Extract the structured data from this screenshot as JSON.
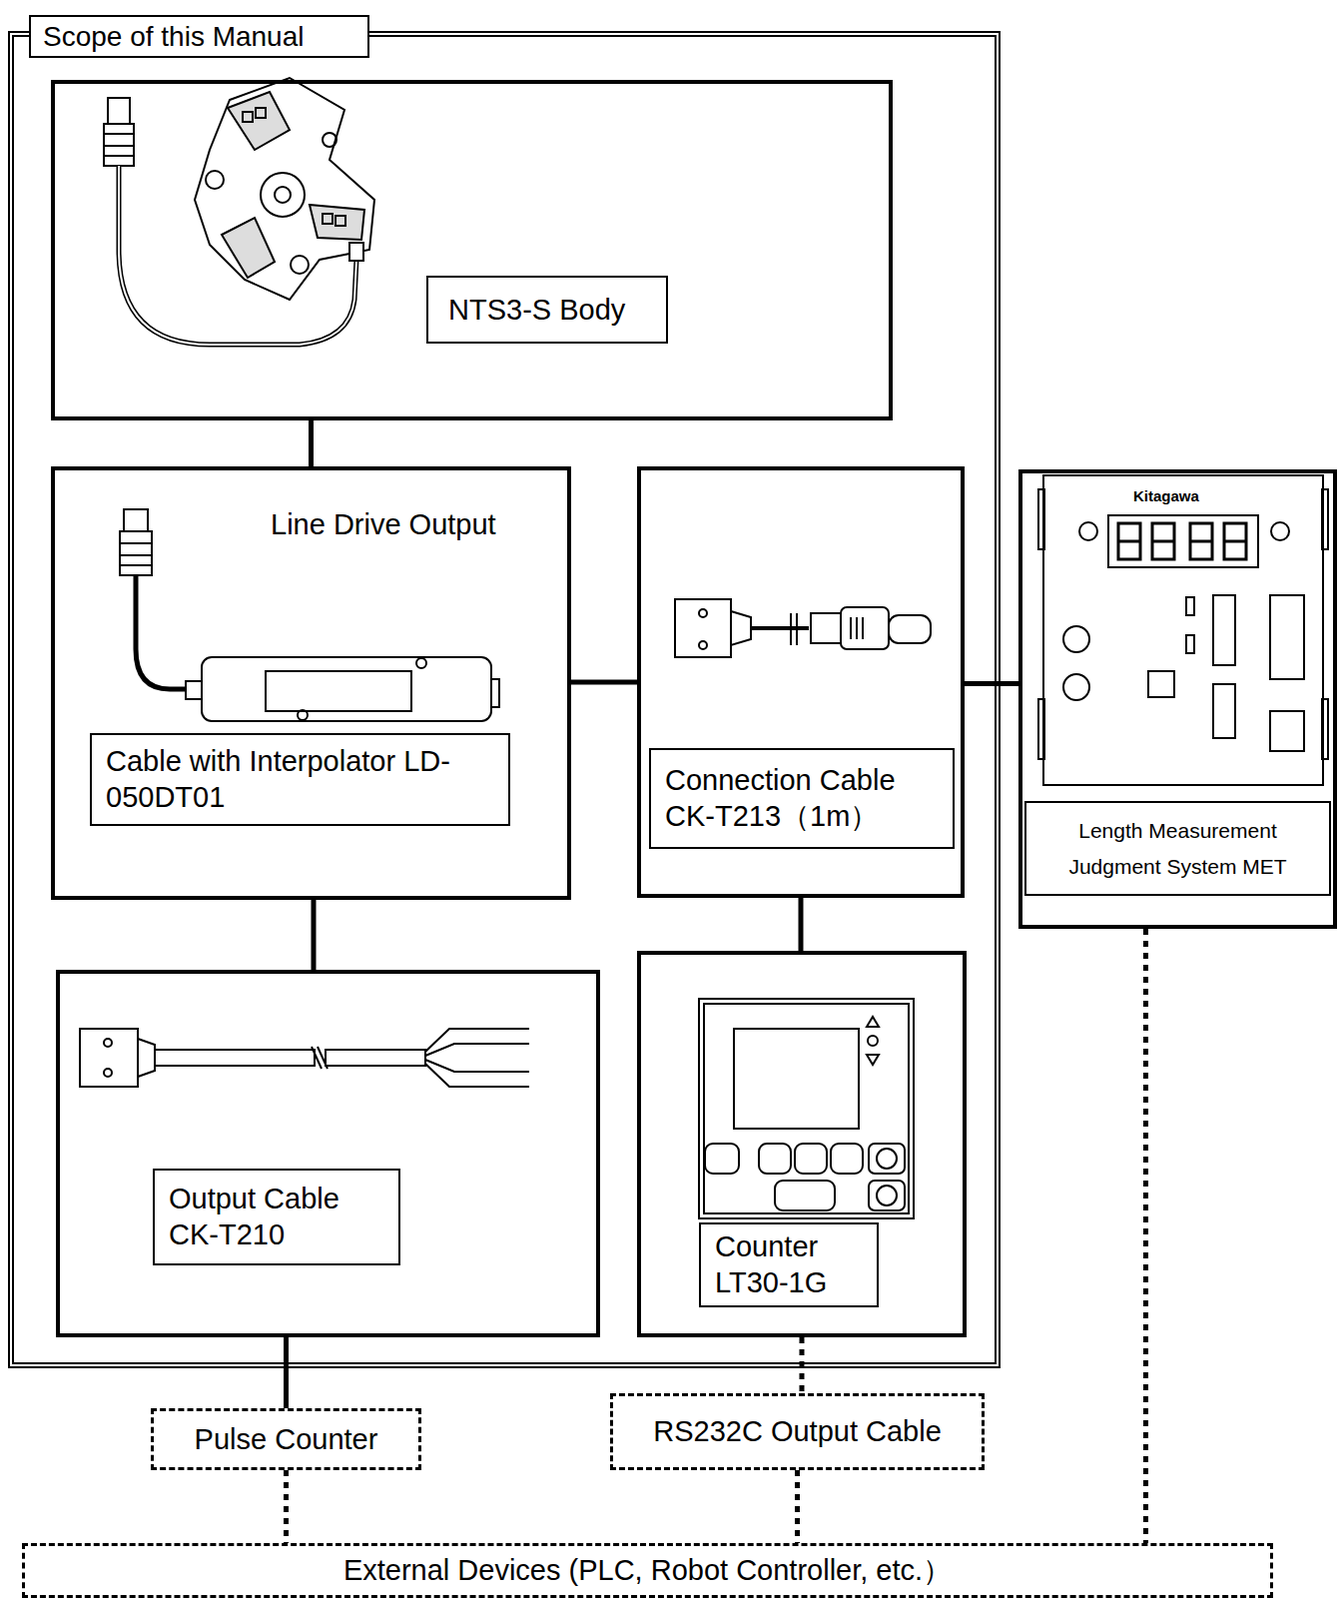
{
  "diagram": {
    "nodes": [
      {
        "text": [
          "Scope of this Manual"
        ]
      },
      {
        "text": [
          "NTS3-S Body"
        ],
        "in": 0
      },
      {
        "text": [
          "Line Drive Output",
          "Cable with Interpolator LD-050DT01"
        ],
        "in": 0
      },
      {
        "text": [
          "Connection Cable CK-T213（1m）"
        ],
        "in": 0
      },
      {
        "text": [
          "Output Cable CK-T210"
        ],
        "in": 0
      },
      {
        "text": [
          "Counter LT30-1G"
        ],
        "in": 0
      },
      {
        "text": [
          "Length Measurement Judgment System MET"
        ]
      },
      {
        "text": [
          "Pulse Counter"
        ]
      },
      {
        "text": [
          "RS232C Output Cable"
        ]
      },
      {
        "text": [
          "External Devices (PLC, Robot Controller, etc.）"
        ]
      }
    ],
    "edges": [
      {
        "from": 1,
        "to": 2,
        "arrow": "none"
      },
      {
        "from": 2,
        "to": 3,
        "arrow": "none"
      },
      {
        "from": 3,
        "to": 6,
        "arrow": "none"
      },
      {
        "from": 2,
        "to": 4,
        "arrow": "none"
      },
      {
        "from": 3,
        "to": 5,
        "arrow": "none"
      },
      {
        "from": 4,
        "to": 7,
        "arrow": "none"
      },
      {
        "from": 5,
        "to": 8,
        "arrow": "none"
      },
      {
        "from": 7,
        "to": 9,
        "arrow": "none"
      },
      {
        "from": 8,
        "to": 9,
        "arrow": "none"
      },
      {
        "from": 6,
        "to": 9,
        "arrow": "none"
      }
    ],
    "labels": [
      "Kitagawa"
    ]
  }
}
